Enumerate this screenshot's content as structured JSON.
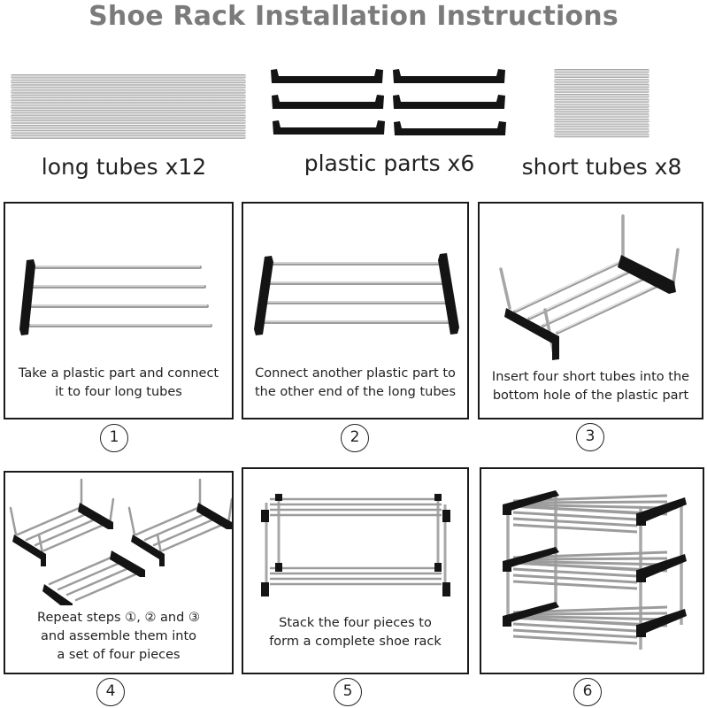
{
  "title": "Shoe Rack Installation Instructions",
  "parts": [
    {
      "label": "long tubes x12",
      "icon": "long-tubes-icon"
    },
    {
      "label": "plastic parts x6",
      "icon": "plastic-parts-icon"
    },
    {
      "label": "short tubes x8",
      "icon": "short-tubes-icon"
    }
  ],
  "steps": [
    {
      "number": "1",
      "text": "Take a plastic part and connect\nit to four long tubes"
    },
    {
      "number": "2",
      "text": "Connect another plastic part to\nthe other end of the long tubes"
    },
    {
      "number": "3",
      "text": "Insert four short tubes into the\nbottom hole of the plastic part"
    },
    {
      "number": "4",
      "text": "Repeat steps ①, ② and ③\nand assemble them into\na set of four pieces"
    },
    {
      "number": "5",
      "text": "Stack the four pieces to\nform a complete shoe rack"
    },
    {
      "number": "6",
      "text": ""
    }
  ],
  "colors": {
    "title": "#7b7b7b",
    "tube": "#b8b8b8",
    "plastic": "#141414",
    "border": "#1a1a1a"
  }
}
